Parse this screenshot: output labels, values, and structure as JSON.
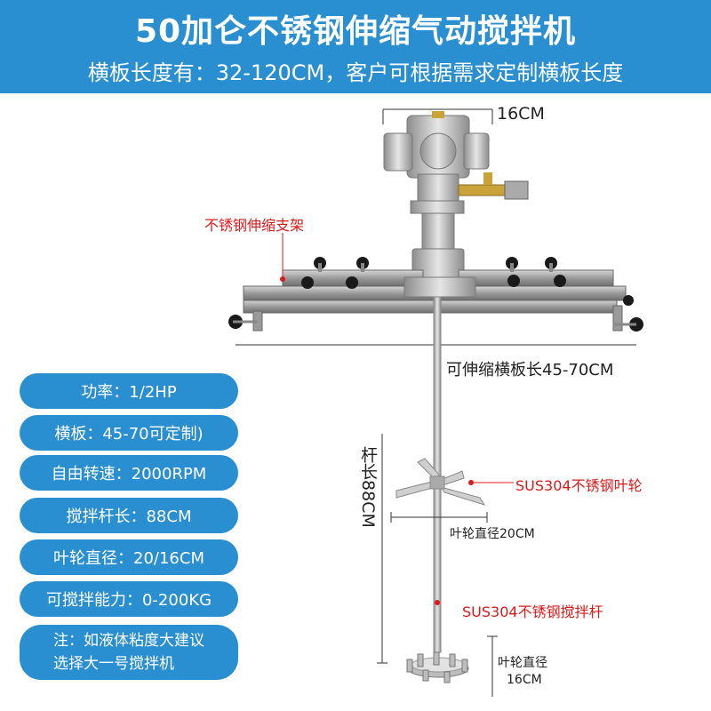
{
  "header": {
    "title": "50加仑不锈钢伸缩气动搅拌机",
    "subtitle": "横板长度有：32-120CM，客户可根据需求定制横板长度"
  },
  "specs": [
    "功率：1/2HP",
    "横板：45-70可定制)",
    "自由转速：2000RPM",
    "搅拌杆长：88CM",
    "叶轮直径：20/16CM",
    "可搅拌能力：0-200KG"
  ],
  "note": {
    "line1": "注：如液体粘度大建议",
    "line2": "选择大一号搅拌机"
  },
  "annotations": {
    "motor_width": "16CM",
    "bracket": "不锈钢伸缩支架",
    "crossbar": "可伸缩横板长45-70CM",
    "shaft_length": "杆长88CM",
    "impeller": "SUS304不锈钢叶轮",
    "impeller_diameter": "叶轮直径20CM",
    "shaft_material": "SUS304不锈钢搅拌杆",
    "bottom_diameter_1": "叶轮直径",
    "bottom_diameter_2": "16CM"
  },
  "colors": {
    "accent": "#2a8fd0",
    "highlight": "#e01818"
  }
}
